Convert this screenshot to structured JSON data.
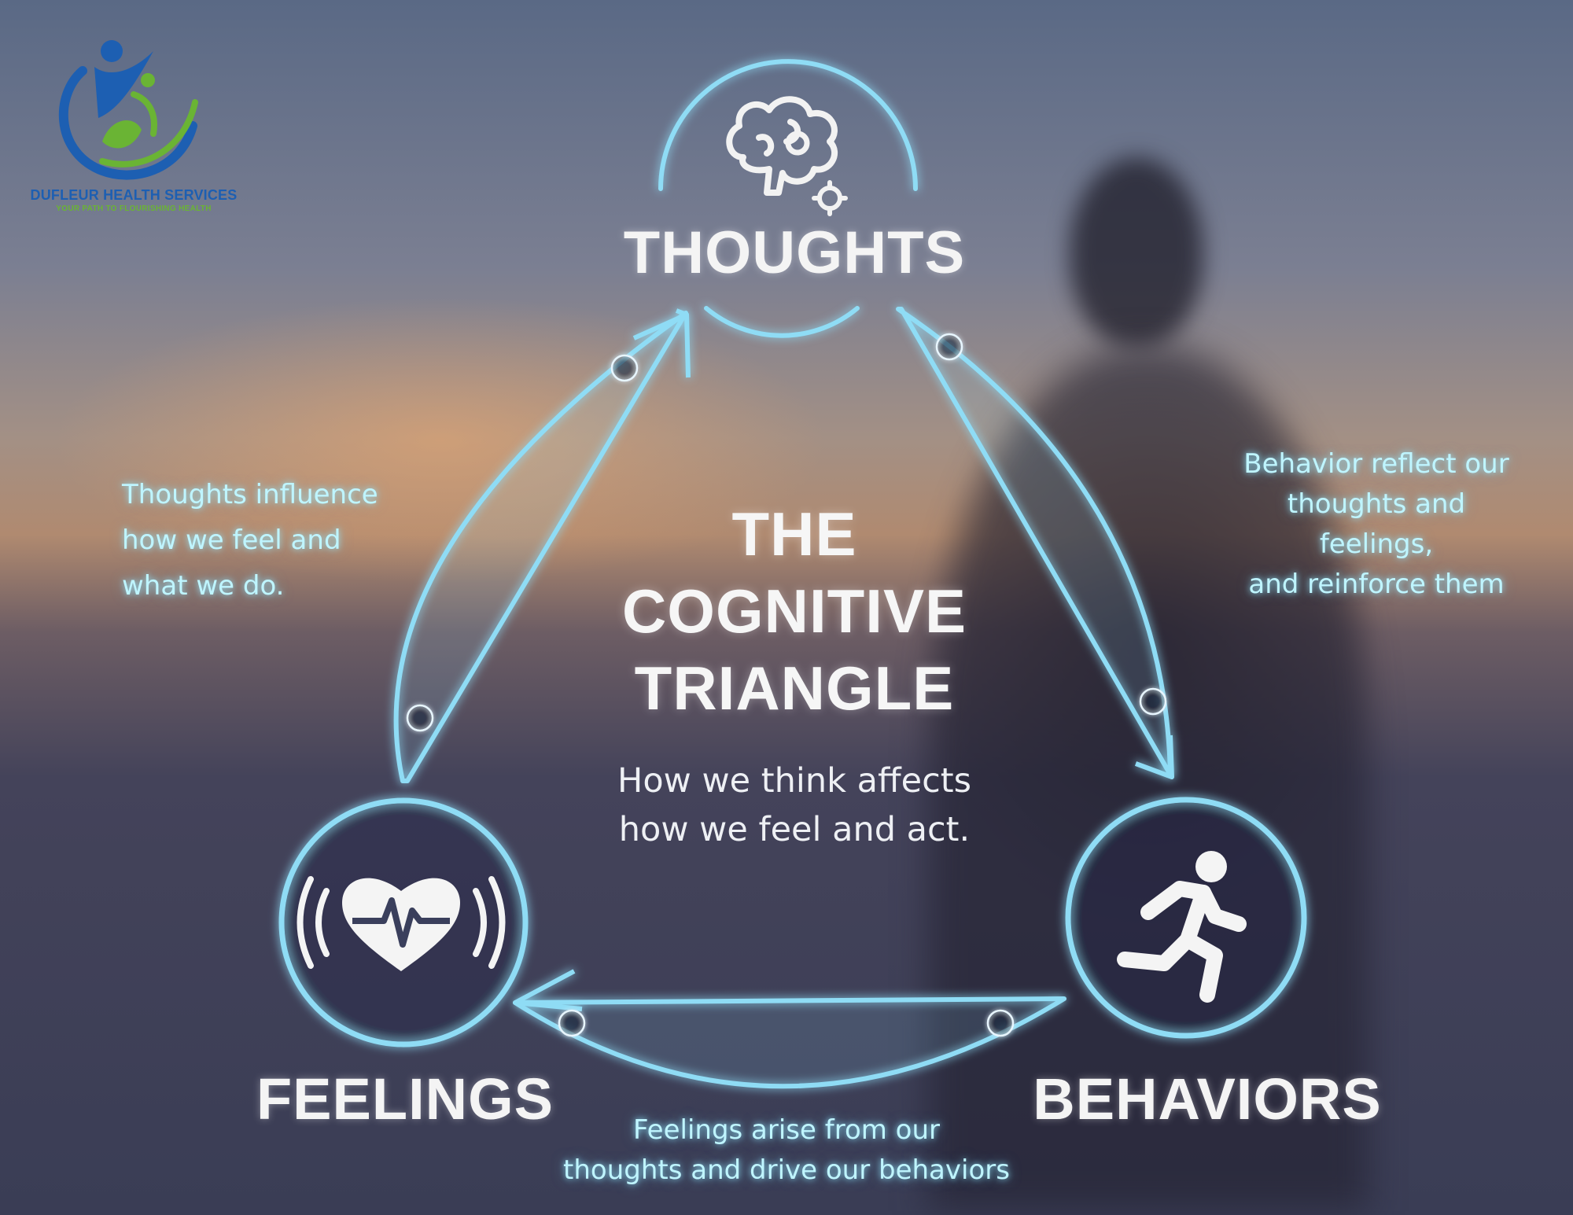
{
  "logo": {
    "org_name": "DUFLEUR HEALTH SERVICES",
    "tagline": "YOUR PATH TO FLOURISHING HEALTH"
  },
  "center": {
    "title_line1": "THE",
    "title_line2": "COGNITIVE",
    "title_line3": "TRIANGLE",
    "subtitle_line1": "How we think affects",
    "subtitle_line2": "how we feel and act."
  },
  "nodes": {
    "thoughts": {
      "label": "THOUGHTS",
      "icon": "brain-gears-icon"
    },
    "feelings": {
      "label": "FEELINGS",
      "icon": "heartbeat-icon"
    },
    "behaviors": {
      "label": "BEHAVIORS",
      "icon": "running-person-icon"
    }
  },
  "captions": {
    "left": [
      "Thoughts influence",
      "how we feel and",
      "what we do."
    ],
    "right": [
      "Behavior reflect our",
      "thoughts and",
      "feelings,",
      "and reinforce them"
    ],
    "bottom": [
      "Feelings arise from our",
      "thoughts and drive our behaviors"
    ]
  },
  "colors": {
    "glow": "#8fe3ff",
    "ring": "#7fd4f2",
    "logo_blue": "#1d5fb2",
    "logo_green": "#6ab434"
  }
}
